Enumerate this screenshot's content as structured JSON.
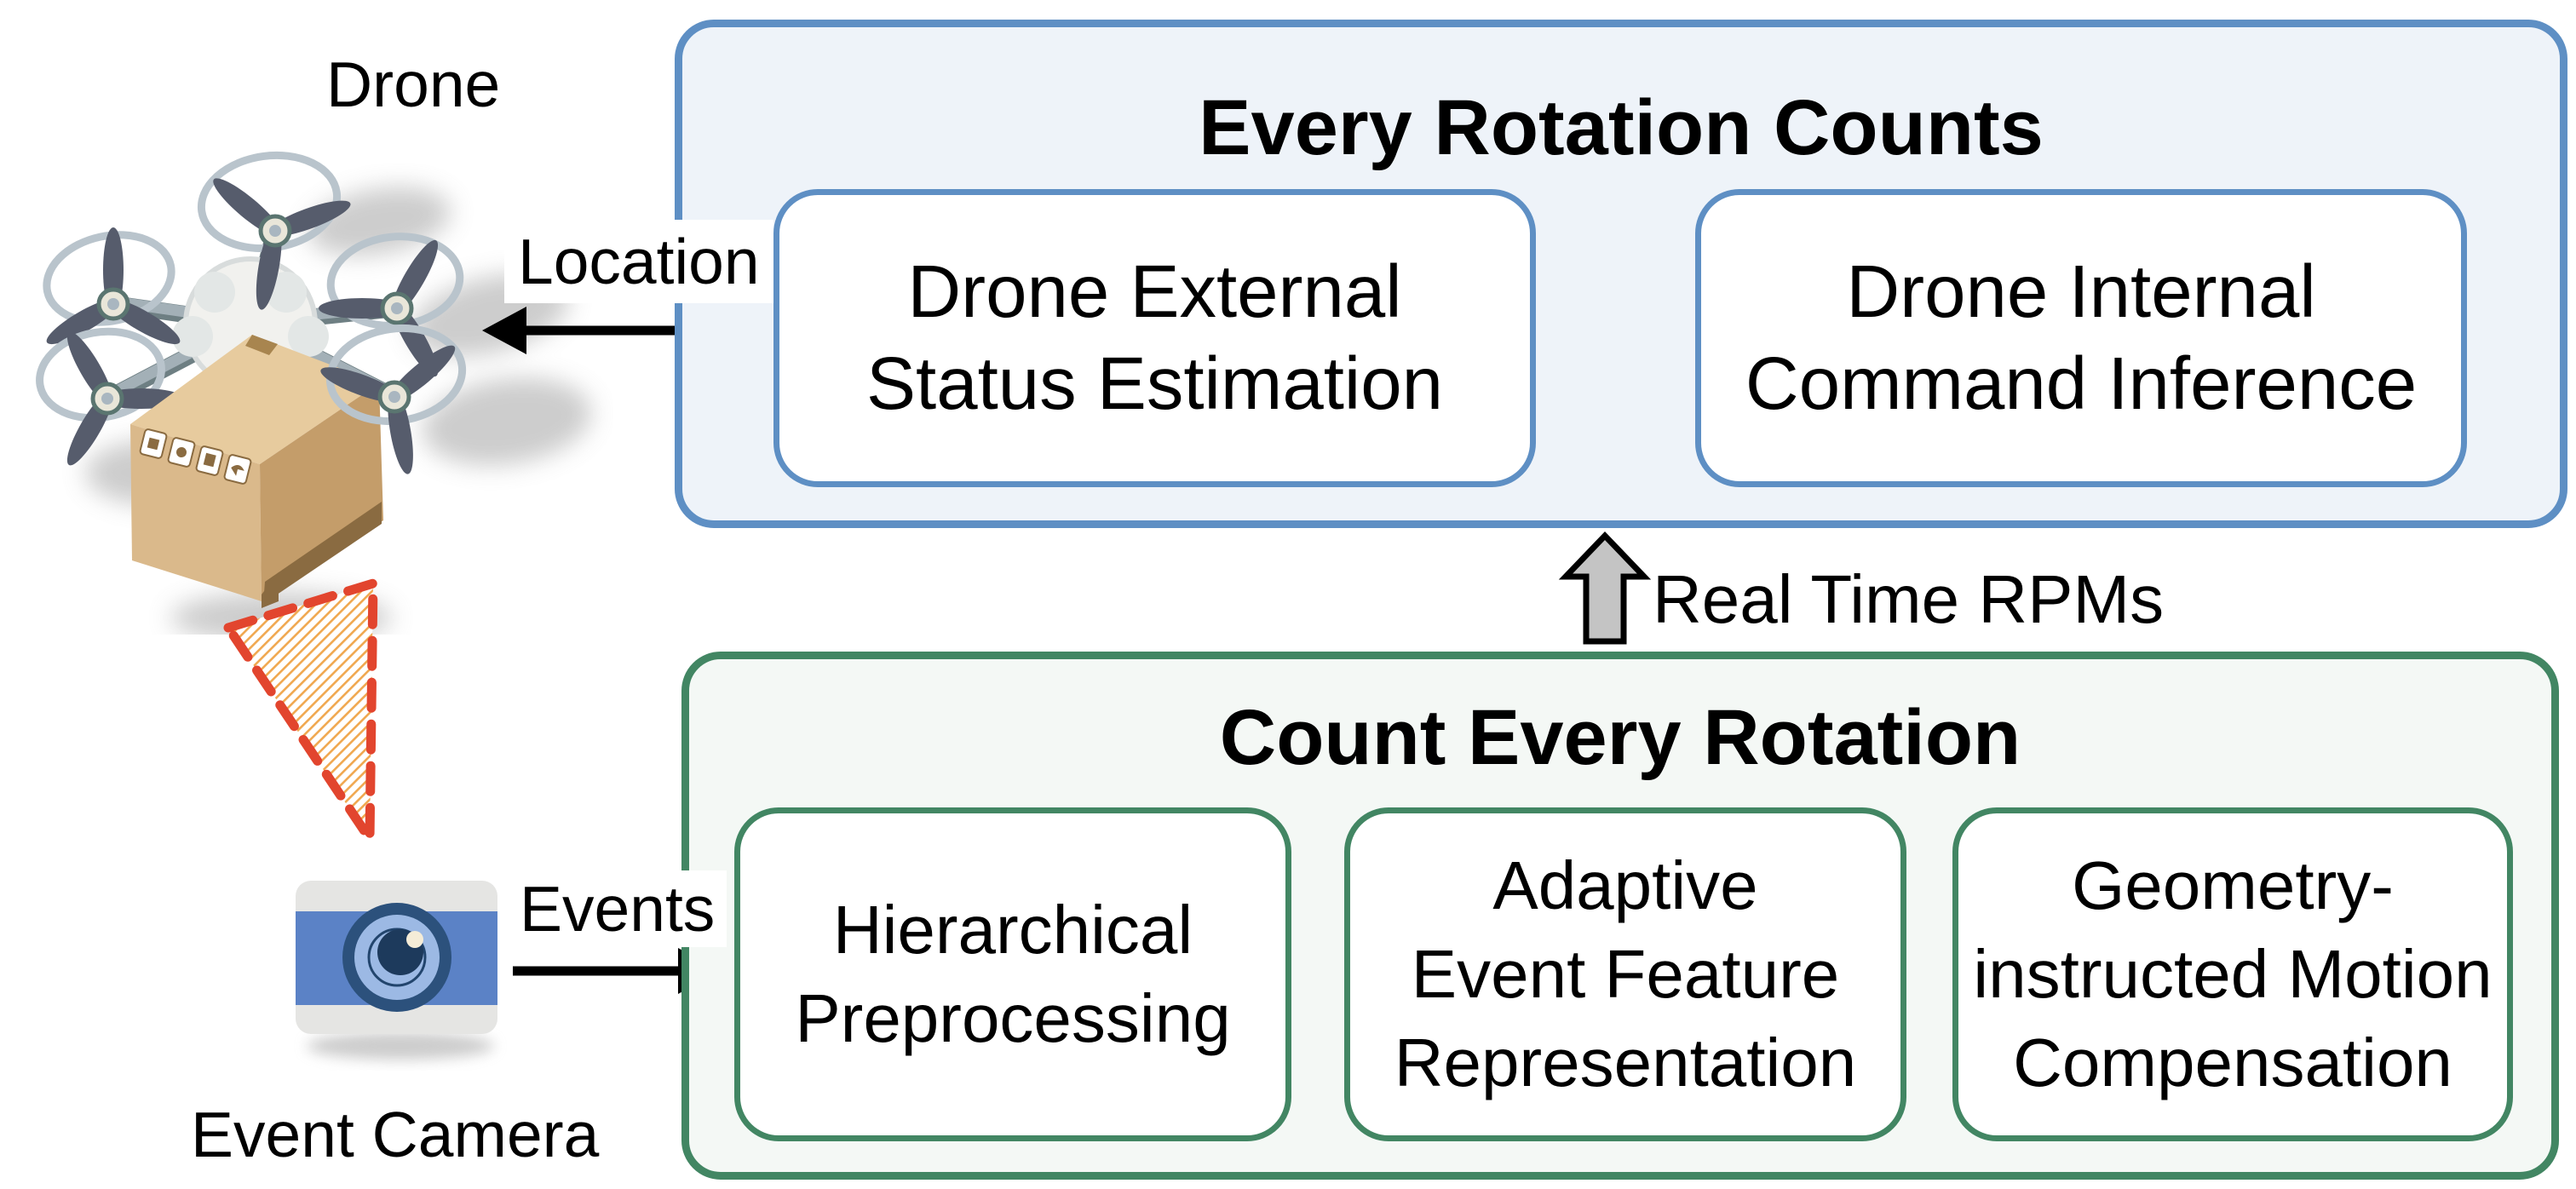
{
  "figure": {
    "left_scene": {
      "drone_label": "Drone",
      "event_camera_label": "Event Camera",
      "icons": [
        "delivery-drone-illustration",
        "field-of-view-cone",
        "event-camera-icon"
      ]
    },
    "arrows": {
      "location_label": "Location",
      "events_label": "Events",
      "rpms_label": "Real Time RPMs"
    },
    "top_panel": {
      "title": "Every Rotation Counts",
      "modules": [
        {
          "lines": [
            "Drone External",
            "Status Estimation"
          ]
        },
        {
          "lines": [
            "Drone Internal",
            "Command Inference"
          ]
        }
      ]
    },
    "bottom_panel": {
      "title": "Count Every Rotation",
      "modules": [
        {
          "lines": [
            "Hierarchical",
            "Preprocessing"
          ]
        },
        {
          "lines": [
            "Adaptive",
            "Event Feature",
            "Representation"
          ]
        },
        {
          "lines": [
            "Geometry-",
            "instructed Motion",
            "Compensation"
          ]
        }
      ]
    },
    "colors": {
      "top_panel_border": "#5e8fc4",
      "top_panel_fill": "#eef3f9",
      "bottom_panel_border": "#428663",
      "bottom_panel_fill": "#f4f8f5",
      "module_fill": "#ffffff",
      "arrow_black": "#000000",
      "rpm_arrow_fill": "#c4c4c4",
      "cone_dash_red": "#e2452e",
      "cone_hatch_orange": "#f0a850",
      "camera_band_blue": "#5b82c6",
      "camera_body_gray": "#e5e5e3",
      "text_black": "#000000"
    }
  }
}
